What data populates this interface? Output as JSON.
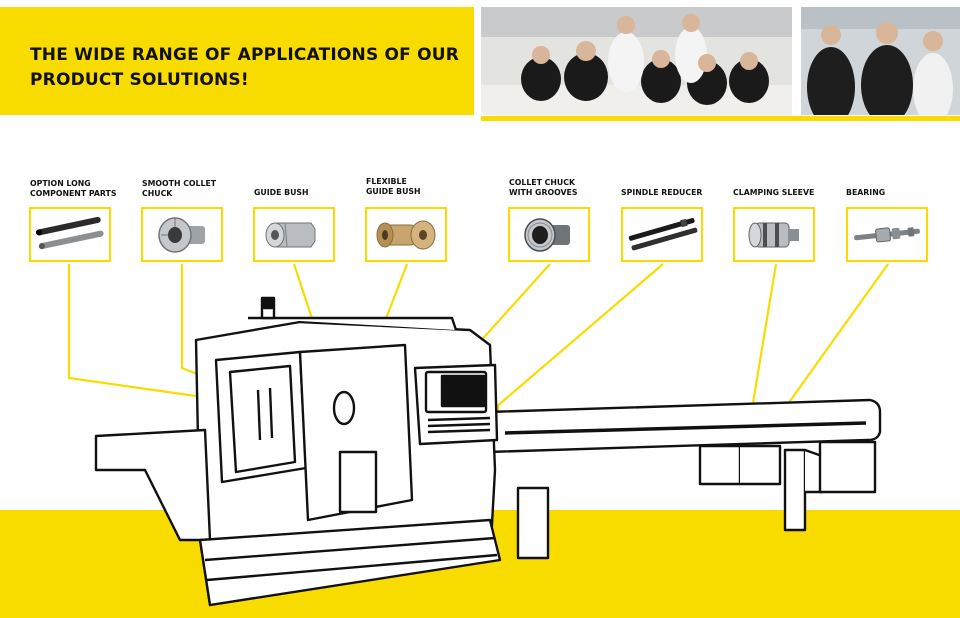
{
  "header": {
    "title": "THE WIDE RANGE OF APPLICATIONS OF OUR PRODUCT SOLUTIONS!"
  },
  "products": [
    {
      "label": "OPTION LONG COMPONENT PARTS",
      "icon": "long-component-parts-icon"
    },
    {
      "label": "SMOOTH COLLET CHUCK",
      "icon": "smooth-collet-chuck-icon"
    },
    {
      "label": "GUIDE BUSH",
      "icon": "guide-bush-icon"
    },
    {
      "label": "FLEXIBLE GUIDE BUSH",
      "icon": "flexible-guide-bush-icon"
    },
    {
      "label": "COLLET CHUCK WITH GROOVES",
      "icon": "grooved-collet-chuck-icon"
    },
    {
      "label": "SPINDLE REDUCER",
      "icon": "spindle-reducer-icon"
    },
    {
      "label": "CLAMPING SLEEVE",
      "icon": "clamping-sleeve-icon"
    },
    {
      "label": "BEARING",
      "icon": "bearing-icon"
    }
  ],
  "colors": {
    "accent": "#f8dc00",
    "outline": "#111111"
  }
}
